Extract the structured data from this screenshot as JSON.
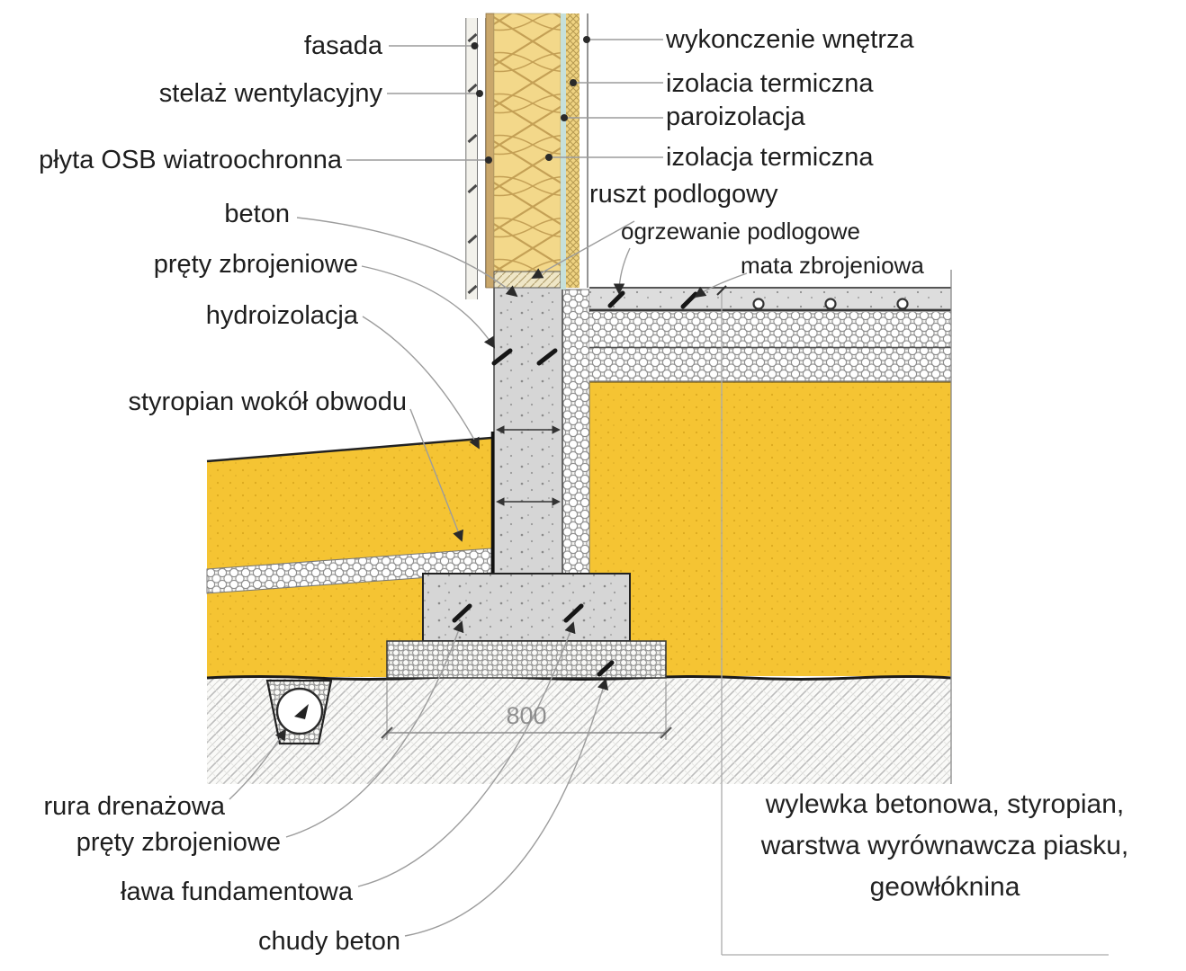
{
  "diagram": {
    "labels": {
      "fasada": "fasada",
      "stelaz_wentylacyjny": "stelaż wentylacyjny",
      "plyta_osb": "płyta OSB wiatroochronna",
      "beton": "beton",
      "prety_zbrojeniowe_wall": "pręty zbrojeniowe",
      "hydroizolacja": "hydroizolacja",
      "styropian_wokol_obwodu": "styropian wokół obwodu",
      "wykonczenie_wnetrza": "wykonczenie wnętrza",
      "izolacia_termiczna": "izolacia termiczna",
      "paroizolacja": "paroizolacja",
      "izolacja_termiczna": "izolacja termiczna",
      "ruszt_podlogowy": "ruszt podlogowy",
      "ogrzewanie_podlogowe": "ogrzewanie podlogowe",
      "mata_zbrojeniowa": "mata zbrojeniowa",
      "rura_drenazowa": "rura drenażowa",
      "prety_zbrojeniowe_footing": "pręty zbrojeniowe",
      "lawa_fundamentowa": "ława fundamentowa",
      "chudy_beton": "chudy beton"
    },
    "footnote": {
      "line1": "wylewka betonowa, styropian,",
      "line2": "warstwa wyrównawcza piasku,",
      "line3": "geowłóknina"
    },
    "dimension": {
      "value": "800"
    },
    "colors": {
      "sand": "#F5C433",
      "wall_insulation": "#F3D88A",
      "cross_insulation": "#EFD382",
      "concrete": "#D6D6D6",
      "osb": "#C9A76B",
      "vapor_barrier": "#C6E0DA",
      "leader_line": "#9C9C9C",
      "text": "#1E1E1E",
      "dimension_text": "#8E8E8E"
    }
  }
}
